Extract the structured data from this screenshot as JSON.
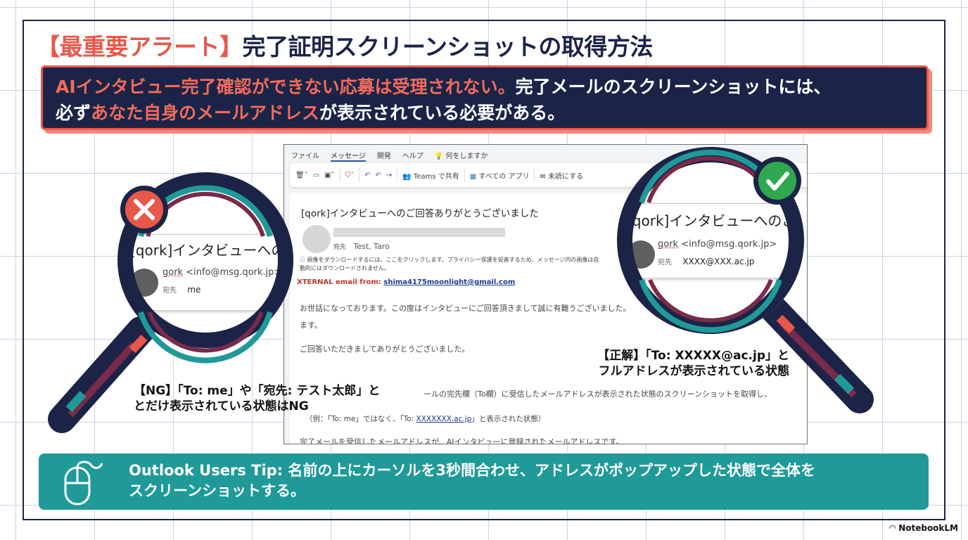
{
  "title": {
    "highlight": "【最重要アラート】",
    "rest": "完了証明スクリーンショットの取得方法"
  },
  "alert": {
    "line1_hl": "AIインタビュー完了確認ができない応募は受理されない。",
    "line1_rest": "完了メールのスクリーンショットには、",
    "line2_a": "必ず",
    "line2_hl": "あなた自身のメールアドレス",
    "line2_b": "が表示されている必要がある。"
  },
  "email": {
    "menu": [
      "ファイル",
      "メッセージ",
      "開発",
      "ヘルプ"
    ],
    "search_prompt": "何をしますか",
    "toolbar": {
      "teams": "Teams で共有",
      "apps": "すべての アプリ",
      "unread": "未読にする"
    },
    "subject": "[qork]インタビューへのご回答ありがとうございました",
    "to_label": "宛先",
    "to_value": "Test, Taro",
    "info": "画像をダウンロードするには、ここをクリックします。プライバシー保護を促進するため、メッセージ内の画像は自動的にはダウンロードされません。",
    "external_label": "XTERNAL email from:",
    "external_addr": "shima4175moonlight@gmail.com",
    "body1": "お世話になっております。この度はインタビューにご回答頂きまして誠に有難うございました。",
    "body1b": "ます。",
    "body2": "ご回答いただきましてありがとうございました。",
    "body3": "ールの完先欄（To欄）に受信したメールアドレスが表示された状態のスクリーンショットを取得し、",
    "body4a": "（例：「To: me」ではなく、「To: ",
    "body4link": "XXXXXXX.ac.jp",
    "body4b": "」と表示された状態）",
    "body5": "完了メールを受信したメールアドレスが、AIインタビューに登録されたメールアドレスです。"
  },
  "bad": {
    "subject": "[qork]インタビューへのご回答",
    "sender": "gork",
    "sender_addr": "<info@msg.qork.jp>",
    "to_label": "宛先",
    "to_value": "me",
    "label1": "【NG】「To: me」や「宛先: テスト太郎」と",
    "label2": "とだけ表示されている状態はNG"
  },
  "good": {
    "subject": "[qork]インタビューへのご回答",
    "sender": "gork",
    "sender_addr": "<info@msg.qork.jp>",
    "to_label": "宛先",
    "to_value": "XXXX@XXX.ac.jp",
    "label1": "【正解】「To: XXXXX@ac.jp」と",
    "label2": "フルアドレスが表示されている状態"
  },
  "tip": {
    "line1": "Outlook Users Tip: 名前の上にカーソルを3秒間合わせ、アドレスがポップアップした状態で全体を",
    "line2": "スクリーンショットする。"
  },
  "brand": "NotebookLM",
  "colors": {
    "navy": "#1b2447",
    "coral": "#e8584a",
    "teal": "#1f9a98",
    "maroon": "#7a2a4a",
    "green": "#2fa84f"
  }
}
